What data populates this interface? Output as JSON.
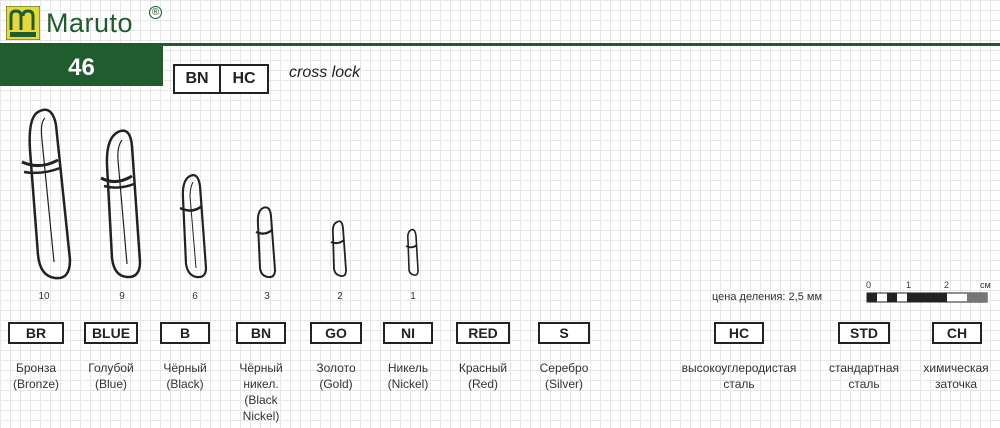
{
  "header": {
    "brand_name": "Maruto",
    "brand_symbol": "®",
    "logo_icon": "maruto-logo-icon",
    "model_number": "46",
    "codes": [
      "BN",
      "HC"
    ],
    "subtitle": "cross lock"
  },
  "snaps": [
    {
      "size": "10"
    },
    {
      "size": "9"
    },
    {
      "size": "6"
    },
    {
      "size": "3"
    },
    {
      "size": "2"
    },
    {
      "size": "1"
    }
  ],
  "scale": {
    "label": "цена деления: 2,5 мм",
    "ticks": [
      "0",
      "1",
      "2",
      "см"
    ]
  },
  "colors": [
    {
      "code": "BR",
      "desc": "Бронза\n(Bronze)"
    },
    {
      "code": "BLUE",
      "desc": "Голубой\n(Blue)"
    },
    {
      "code": "B",
      "desc": "Чёрный\n(Black)"
    },
    {
      "code": "BN",
      "desc": "Чёрный\nникел.\n(Black\nNickel)"
    },
    {
      "code": "GO",
      "desc": "Золото\n(Gold)"
    },
    {
      "code": "NI",
      "desc": "Никель\n(Nickel)"
    },
    {
      "code": "RED",
      "desc": "Красный\n(Red)"
    },
    {
      "code": "S",
      "desc": "Серебро\n(Silver)"
    }
  ],
  "materials": [
    {
      "code": "HC",
      "desc": "высокоуглеродистая\nсталь"
    },
    {
      "code": "STD",
      "desc": "стандартная\nсталь"
    },
    {
      "code": "CH",
      "desc": "химическая\nзаточка"
    }
  ],
  "palette": {
    "brand_green": "#1f5c2e",
    "logo_yellow": "#e8d83a"
  }
}
